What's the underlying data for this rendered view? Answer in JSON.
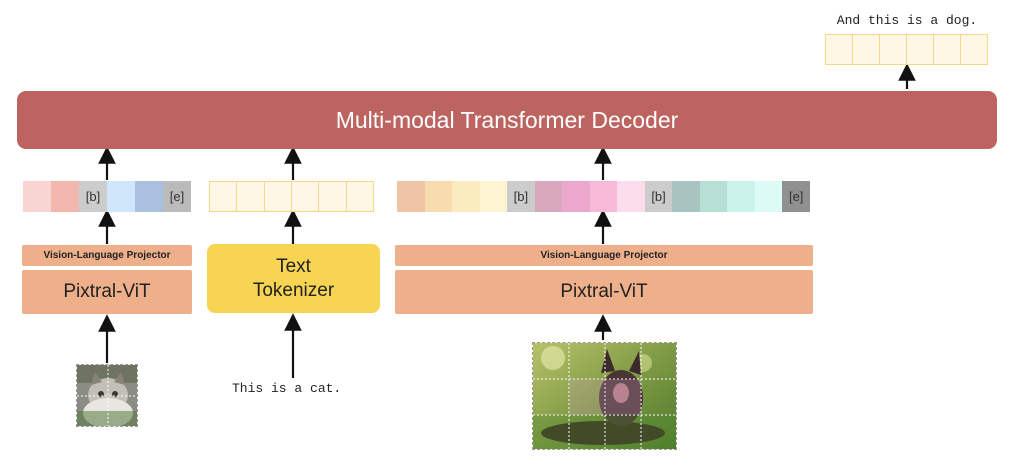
{
  "decoder": {
    "label": "Multi-modal Transformer Decoder"
  },
  "output": {
    "text": "And this is a dog.",
    "token_count": 6
  },
  "left_branch": {
    "projector_label": "Vision-Language Projector",
    "encoder_label": "Pixtral-ViT",
    "tokens": [
      {
        "label": "",
        "color": "#f8d5d3"
      },
      {
        "label": "",
        "color": "#f2b7ae"
      },
      {
        "label": "[b]",
        "color": "#cccccc"
      },
      {
        "label": "",
        "color": "#cfe6fb"
      },
      {
        "label": "",
        "color": "#a9c1de"
      },
      {
        "label": "[e]",
        "color": "#bbbbbb"
      }
    ]
  },
  "middle_branch": {
    "tokenizer_label": "Text Tokenizer",
    "input_text": "This is a cat.",
    "token_count": 6
  },
  "right_branch": {
    "projector_label": "Vision-Language Projector",
    "encoder_label": "Pixtral-ViT",
    "tokens": [
      {
        "label": "",
        "color": "#f0c5a6"
      },
      {
        "label": "",
        "color": "#f8dcaf"
      },
      {
        "label": "",
        "color": "#fbecc0"
      },
      {
        "label": "",
        "color": "#fdf5d2"
      },
      {
        "label": "[b]",
        "color": "#cccccc"
      },
      {
        "label": "",
        "color": "#d8a8bd"
      },
      {
        "label": "",
        "color": "#eba8cc"
      },
      {
        "label": "",
        "color": "#f6b9d8"
      },
      {
        "label": "",
        "color": "#fbdcea"
      },
      {
        "label": "[b]",
        "color": "#cccccc"
      },
      {
        "label": "",
        "color": "#a7c4c0"
      },
      {
        "label": "",
        "color": "#b6e0d3"
      },
      {
        "label": "",
        "color": "#c9f3eb"
      },
      {
        "label": "",
        "color": "#dcfbf4"
      },
      {
        "label": "[e]",
        "color": "#909090"
      }
    ]
  }
}
